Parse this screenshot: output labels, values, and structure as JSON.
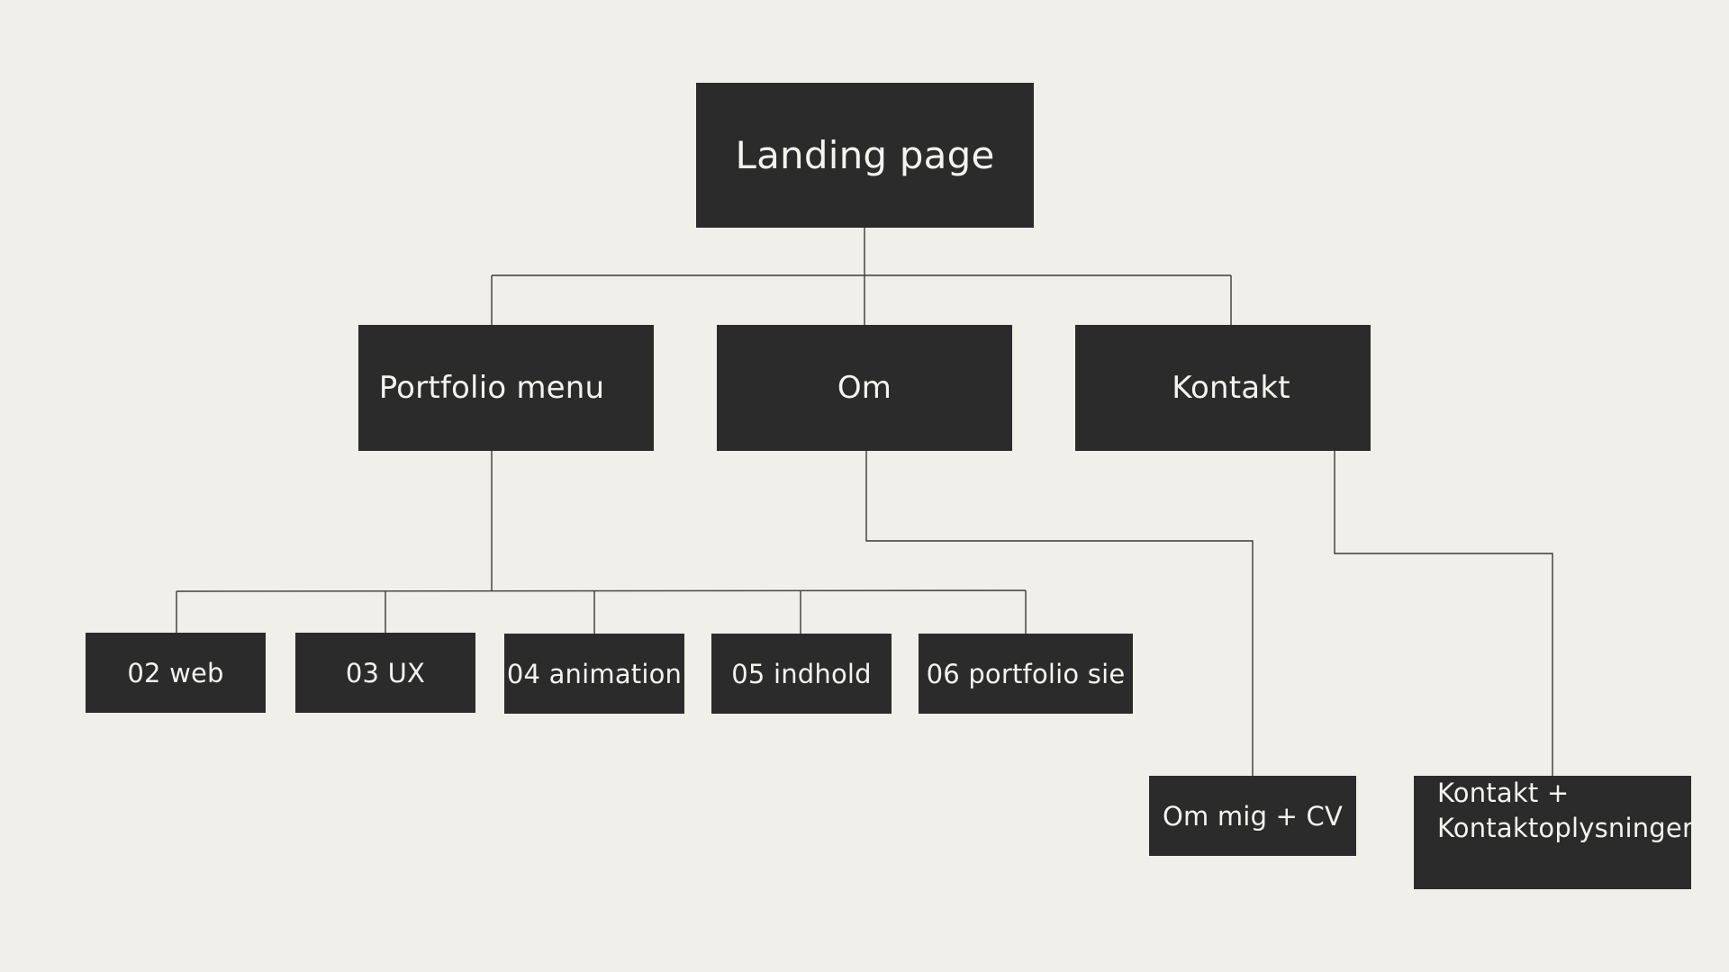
{
  "colors": {
    "background": "#f0efea",
    "node_fill": "#2b2b2b",
    "node_text": "#f3f3f0",
    "connector": "#3a3a3a"
  },
  "diagram": {
    "root": {
      "label": "Landing page"
    },
    "level1": [
      {
        "id": "portfolio",
        "label": "Portfolio menu"
      },
      {
        "id": "om",
        "label": "Om"
      },
      {
        "id": "kontakt",
        "label": "Kontakt"
      }
    ],
    "portfolio_children": [
      {
        "label": "02 web"
      },
      {
        "label": "03 UX"
      },
      {
        "label": "04 animation"
      },
      {
        "label": "05 indhold"
      },
      {
        "label": "06 portfolio sie"
      }
    ],
    "om_children": [
      {
        "label": "Om mig + CV"
      }
    ],
    "kontakt_children": [
      {
        "label_line1": "Kontakt +",
        "label_line2": "Kontaktoplysninger"
      }
    ]
  }
}
